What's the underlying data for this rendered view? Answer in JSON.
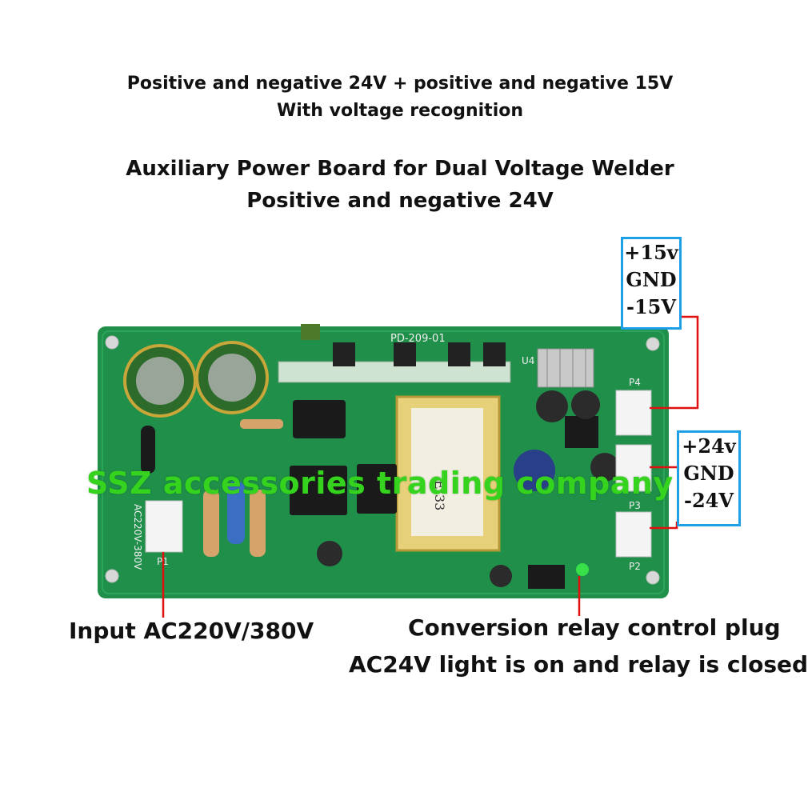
{
  "header": {
    "line1": "Positive and negative 24V + positive and negative 15V",
    "line2": "With voltage recognition",
    "line3": "Auxiliary Power Board for Dual Voltage Welder",
    "line4": "Positive and negative 24V"
  },
  "watermark": "SSZ accessories trading company",
  "box_15v": {
    "plus": "+15v",
    "gnd": "GND",
    "minus": "-15V"
  },
  "box_24v": {
    "plus": "+24v",
    "gnd": "GND",
    "minus": "-24V"
  },
  "captions": {
    "input": "Input AC220V/380V",
    "relay_line1": "Conversion relay control plug",
    "relay_line2": "AC24V light is on and relay is closed"
  },
  "board": {
    "model": "PD-209-01",
    "transformer": "EI33",
    "input_label": "AC220V-380V",
    "u4": "U4",
    "p1": "P1",
    "p2": "P2",
    "p3": "P3",
    "p4": "P4"
  },
  "colors": {
    "board": "#1f8f4a",
    "board_dark": "#166b37",
    "callout_line": "#e01010",
    "box_border": "#1ea0e6",
    "watermark": "#35d21e"
  }
}
